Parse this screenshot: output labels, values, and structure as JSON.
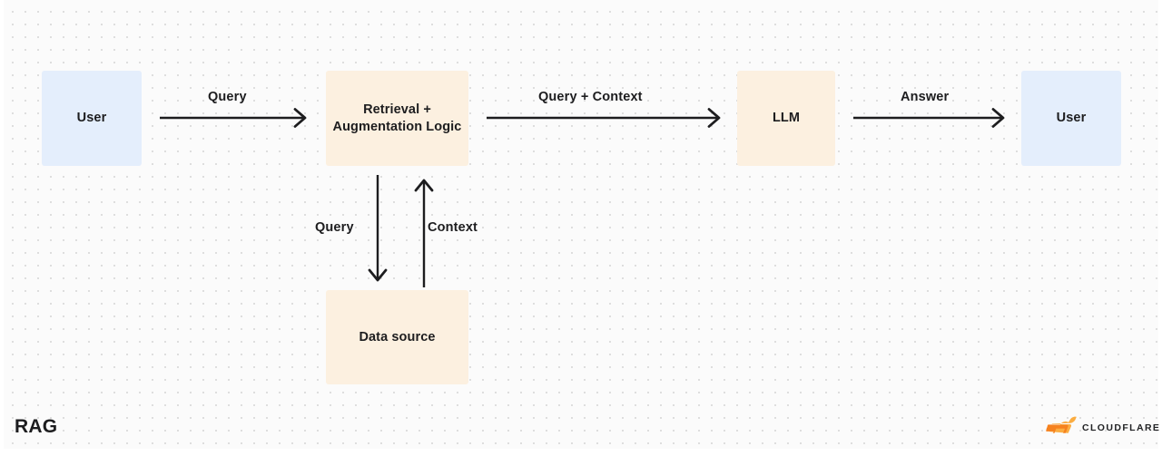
{
  "diagram": {
    "title": "RAG",
    "nodes": [
      {
        "id": "user-left",
        "label": "User",
        "color": "#e4eefc"
      },
      {
        "id": "retrieval",
        "label": "Retrieval + Augmentation Logic",
        "color": "#fcf0e0"
      },
      {
        "id": "llm",
        "label": "LLM",
        "color": "#fcf0e0"
      },
      {
        "id": "user-right",
        "label": "User",
        "color": "#e4eefc"
      },
      {
        "id": "datasource",
        "label": "Data source",
        "color": "#fcf0e0"
      }
    ],
    "edges": [
      {
        "id": "query",
        "label": "Query",
        "from": "user-left",
        "to": "retrieval",
        "direction": "right"
      },
      {
        "id": "query-context",
        "label": "Query + Context",
        "from": "retrieval",
        "to": "llm",
        "direction": "right"
      },
      {
        "id": "answer",
        "label": "Answer",
        "from": "llm",
        "to": "user-right",
        "direction": "right"
      },
      {
        "id": "query-down",
        "label": "Query",
        "from": "retrieval",
        "to": "datasource",
        "direction": "down"
      },
      {
        "id": "context-up",
        "label": "Context",
        "from": "datasource",
        "to": "retrieval",
        "direction": "up"
      }
    ],
    "stroke_color": "#1d1d1f",
    "background_color": "#fbfbfb",
    "dot_color": "#dedede"
  },
  "brand": {
    "wordmark": "CLOUDFLARE",
    "logo_color": "#f6821f",
    "logo_accent_color": "#fbad41"
  }
}
